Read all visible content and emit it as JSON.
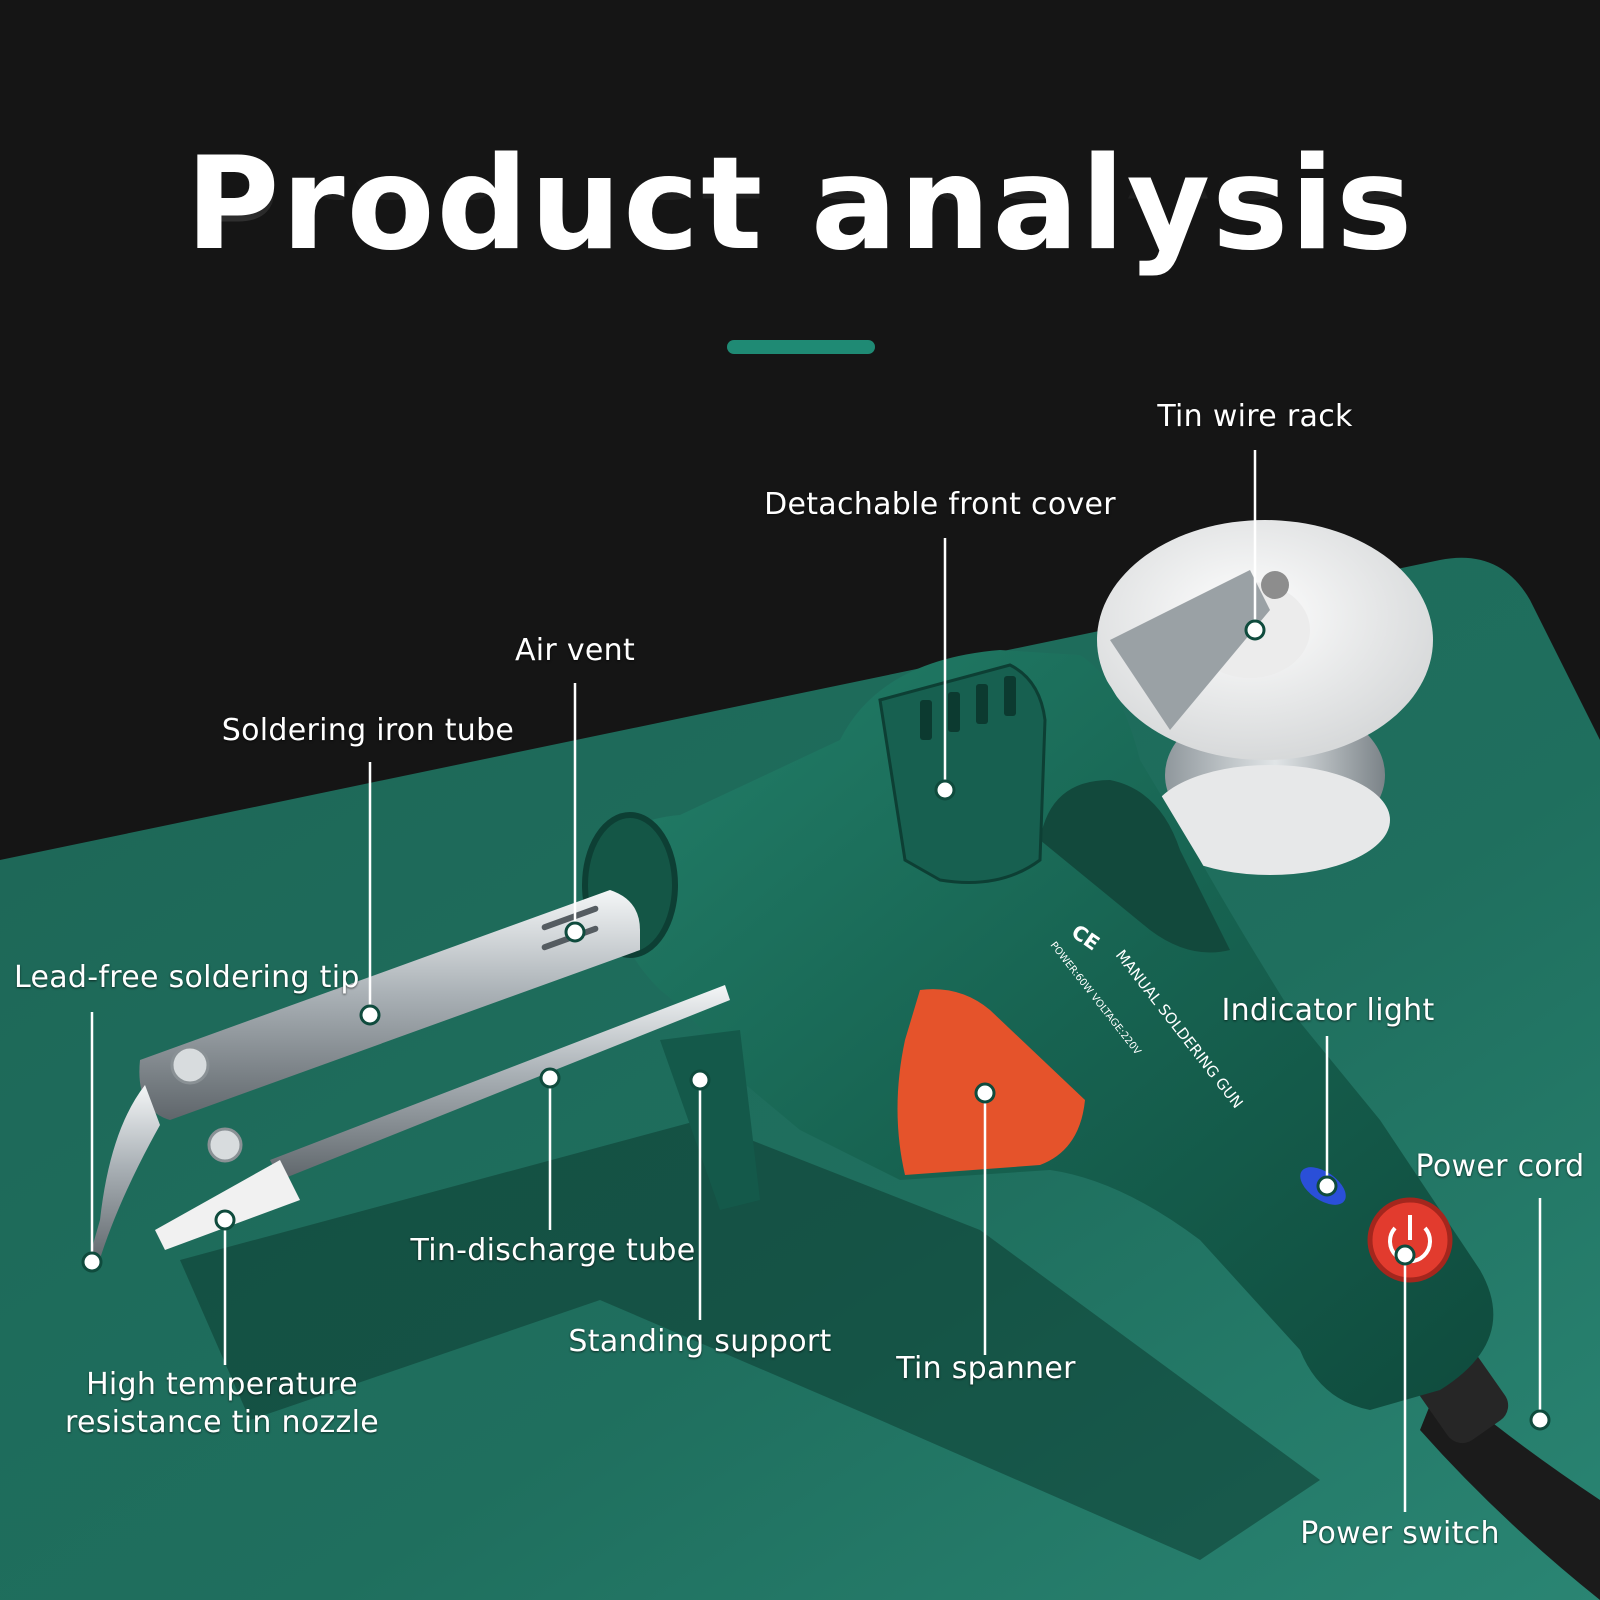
{
  "title": "Product analysis",
  "colors": {
    "background": "#151515",
    "mat": "#1f6f5e",
    "accent_bar": "#1f8a74",
    "gun_body": "#1a6e5a",
    "trigger": "#e5532b",
    "power_button": "#e23b2e",
    "indicator": "#2a4fd8",
    "metal": "#c9ced2",
    "spool": "#f2f2f2",
    "label_text": "#ffffff"
  },
  "device_markings": {
    "brand_line": "MANUAL SOLDERING GUN",
    "spec_line": "POWER:60W VOLTAGE:220V",
    "cert_line": "CE"
  },
  "callouts": {
    "tin_wire_rack": "Tin wire rack",
    "detachable_front_cover": "Detachable front cover",
    "air_vent": "Air vent",
    "soldering_iron_tube": "Soldering iron tube",
    "lead_free_soldering_tip": "Lead-free soldering tip",
    "indicator_light": "Indicator light",
    "power_cord": "Power cord",
    "tin_discharge_tube": "Tin-discharge tube",
    "standing_support": "Standing support",
    "tin_spanner": "Tin spanner",
    "tin_nozzle_line1": "High temperature",
    "tin_nozzle_line2": "resistance tin nozzle",
    "power_switch": "Power switch"
  }
}
